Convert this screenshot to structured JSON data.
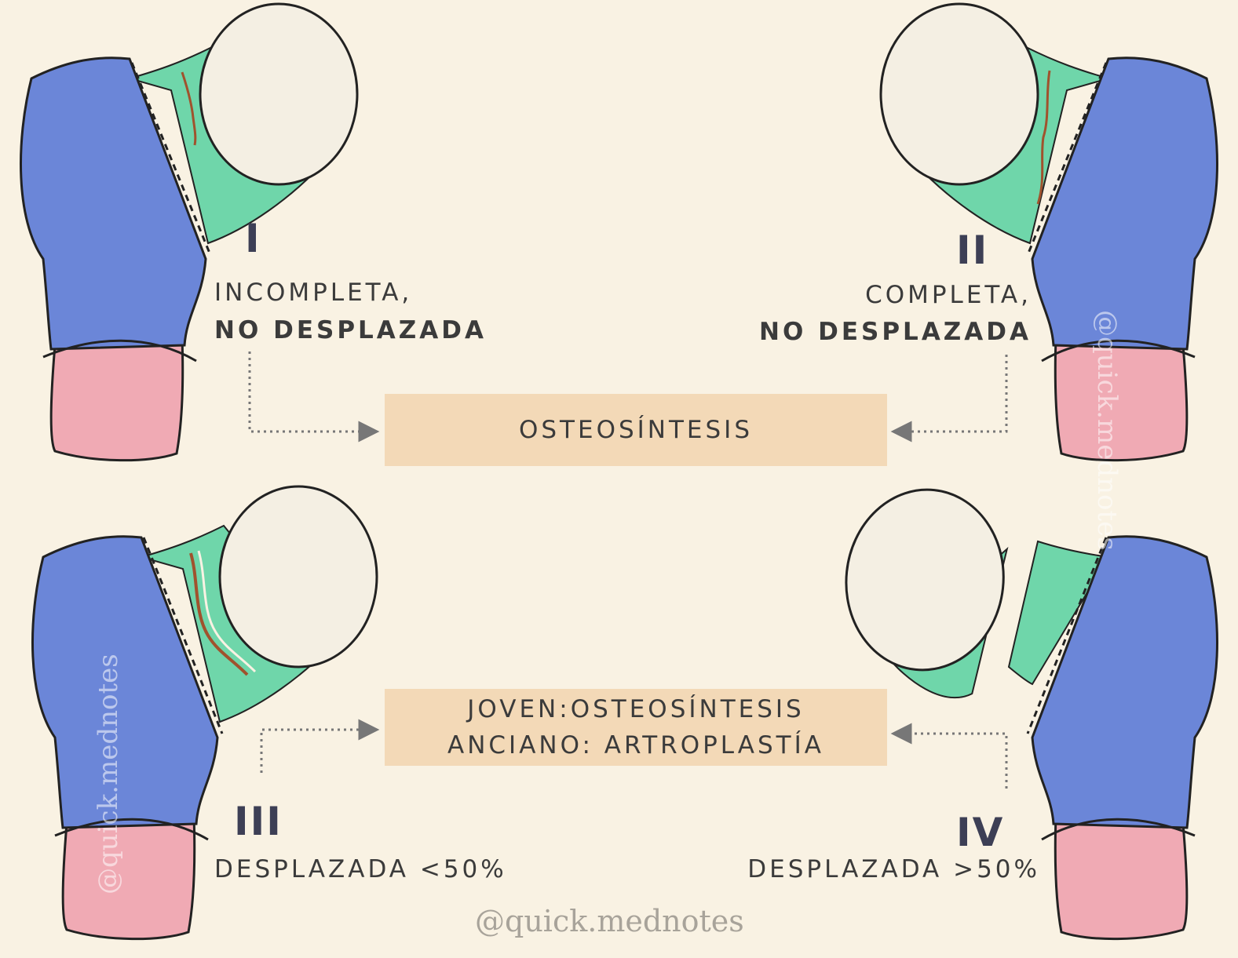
{
  "types": [
    {
      "roman": "I",
      "line1": "INCOMPLETA,",
      "line2": "NO DESPLAZADA"
    },
    {
      "roman": "II",
      "line1": "COMPLETA,",
      "line2": "NO DESPLAZADA"
    },
    {
      "roman": "III",
      "line1": "DESPLAZADA <50%"
    },
    {
      "roman": "IV",
      "line1": "DESPLAZADA >50%"
    }
  ],
  "treatment_top": "OSTEOSÍNTESIS",
  "treatment_bottom": {
    "line1": "JOVEN:OSTEOSÍNTESIS",
    "line2": "ANCIANO: ARTROPLASTÍA"
  },
  "watermark": "@quick.mednotes",
  "colors": {
    "background": "#f9f2e3",
    "head": "#f4efe3",
    "neck": "#6fd6aa",
    "trochanter": "#6b86d8",
    "shaft": "#f0aab4",
    "box": "#f3d9b7"
  }
}
